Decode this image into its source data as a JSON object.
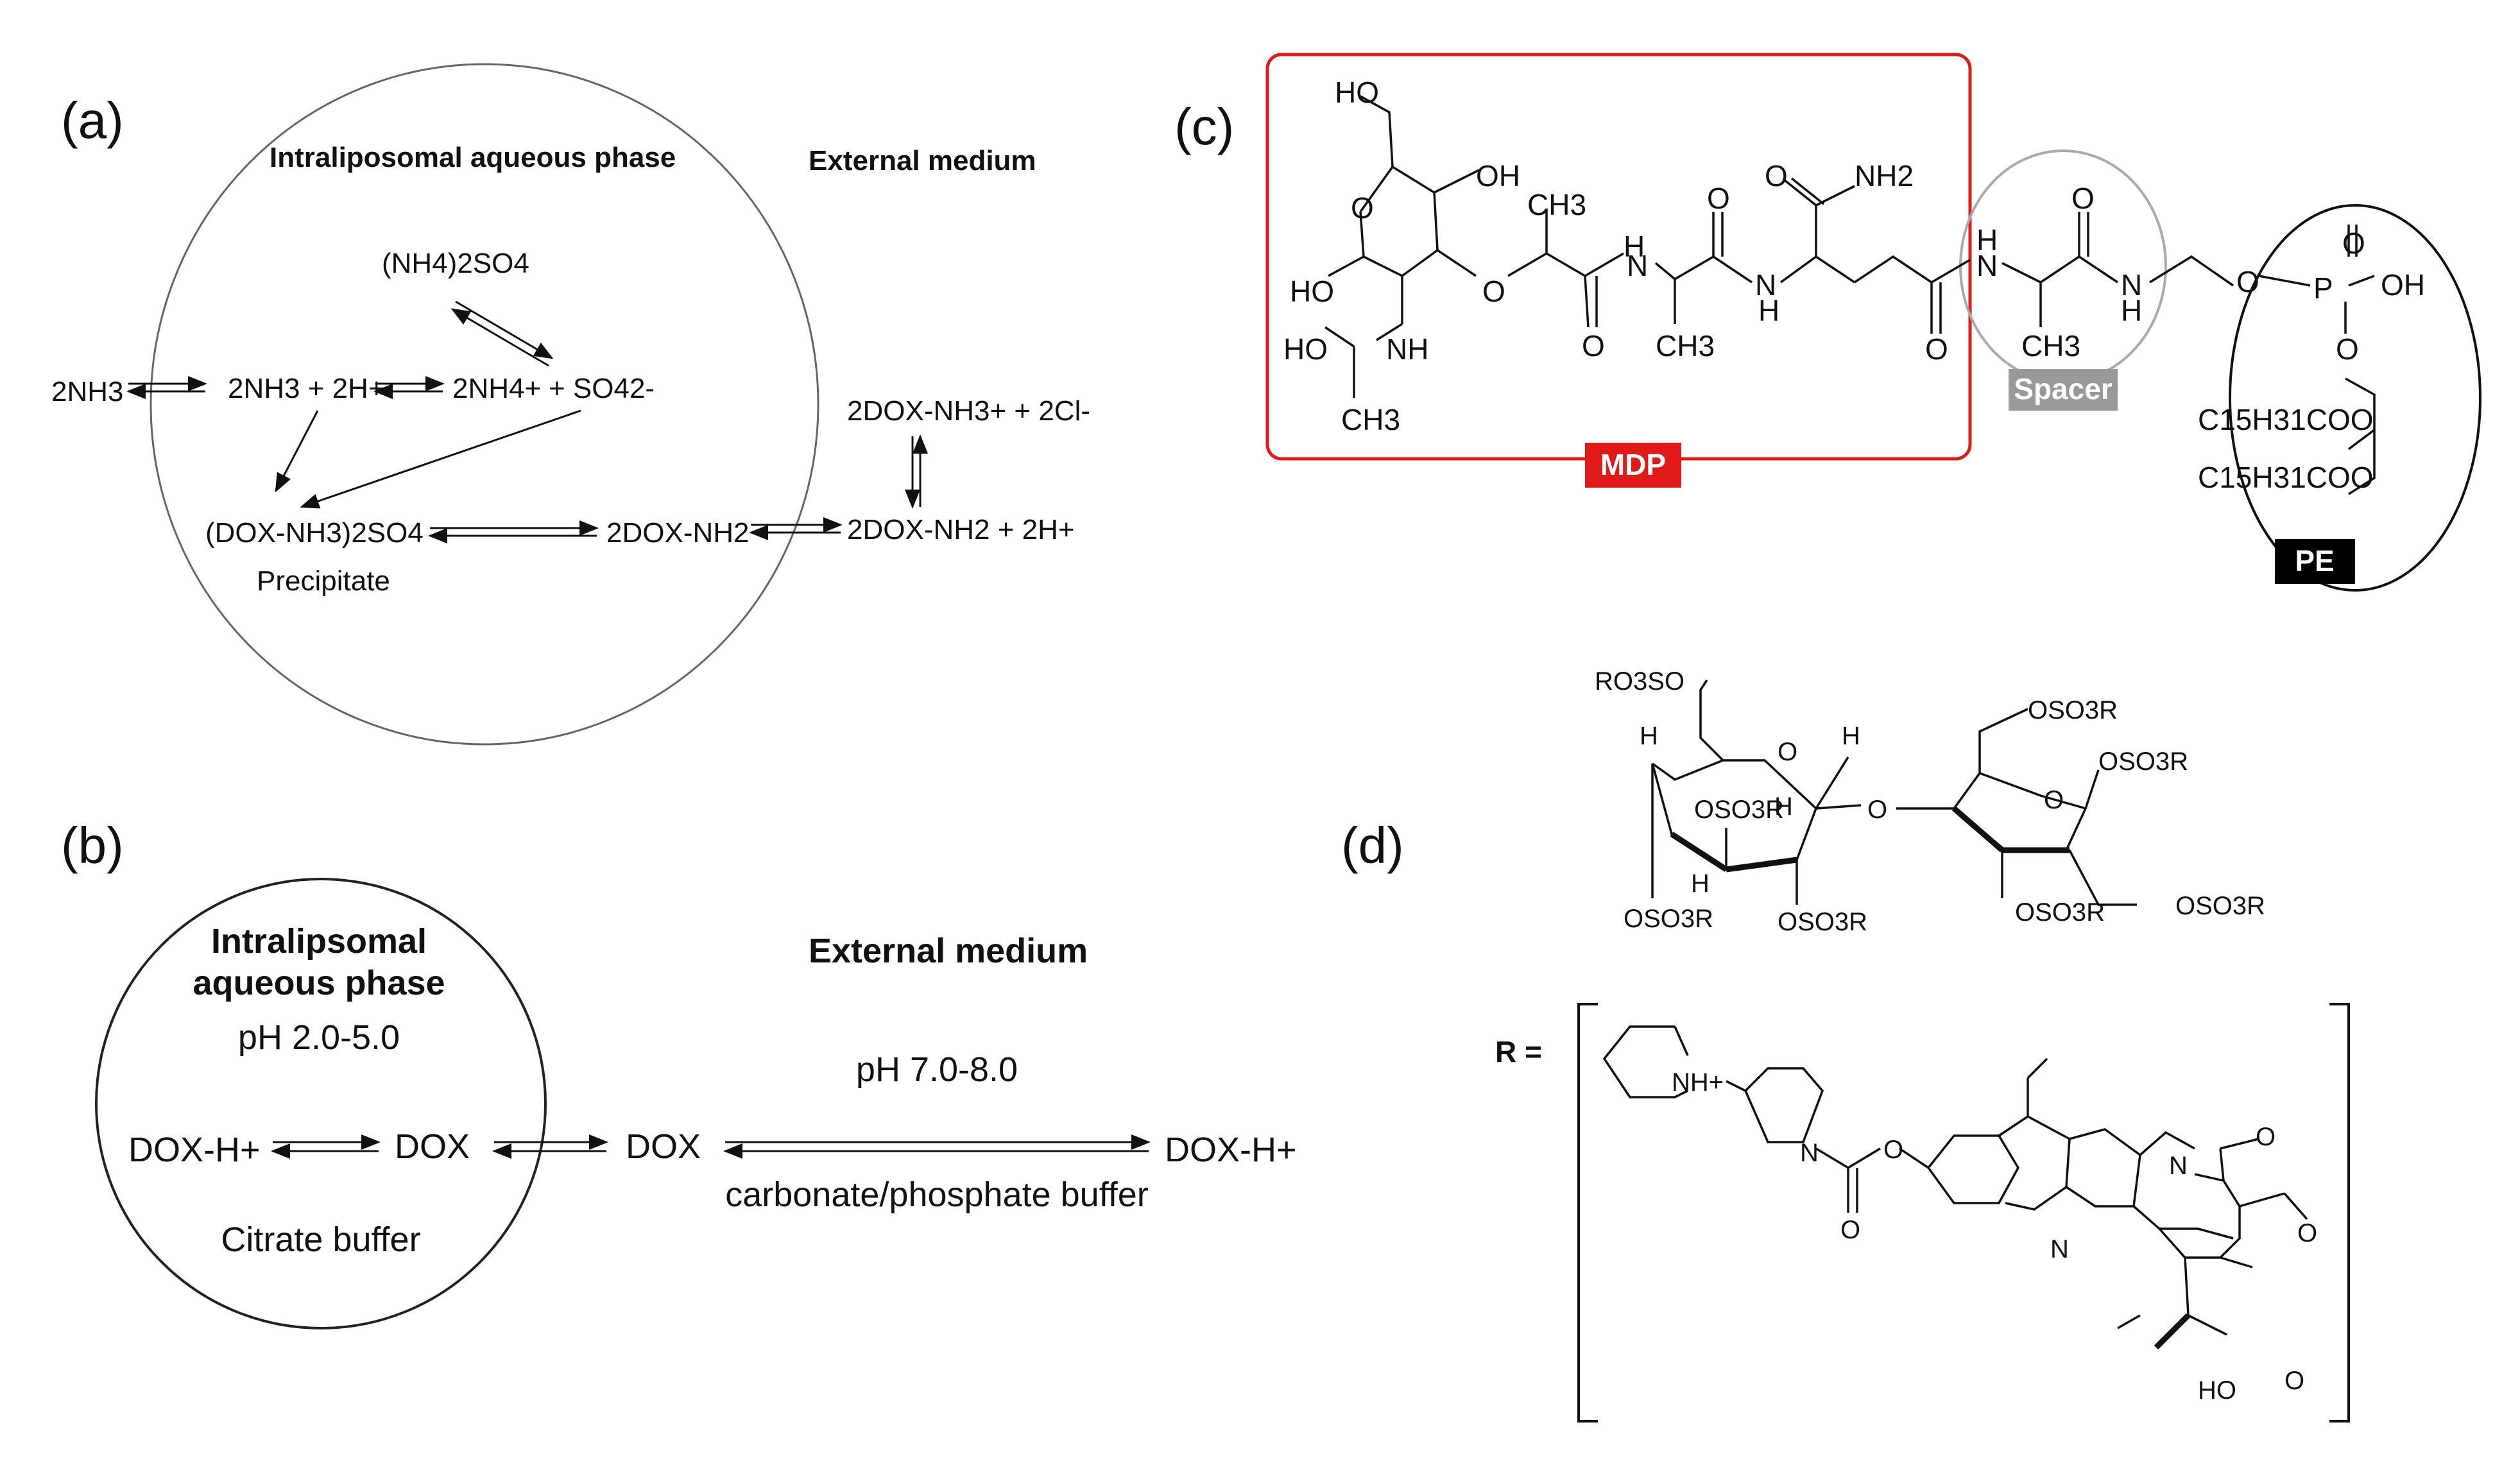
{
  "panels": {
    "a": {
      "label": "(a)",
      "inner_title": "Intraliposomal aqueous phase",
      "outer_title": "External medium",
      "species": {
        "nh4_2so4": "(NH4)2SO4",
        "nh3_ext": "2NH3",
        "nh3_h": "2NH3 + 2H+",
        "nh4": "2NH4+",
        "so4": "+ SO42-",
        "dox_ppt": "(DOX-NH3)2SO4",
        "precipitate": "Precipitate",
        "dox_nh2_in": "2DOX-NH2",
        "dox_nh2_out": "2DOX-NH2 + 2H+",
        "dox_nh3_cl": "2DOX-NH3+ + 2Cl-"
      }
    },
    "b": {
      "label": "(b)",
      "inner_title_1": "Intralipsomal",
      "inner_title_2": "aqueous phase",
      "inner_ph": "pH 2.0-5.0",
      "outer_title": "External medium",
      "outer_ph": "pH 7.0-8.0",
      "dox_h_in": "DOX-H+",
      "dox_in": "DOX",
      "dox_out": "DOX",
      "dox_h_out": "DOX-H+",
      "buffer_in": "Citrate buffer",
      "buffer_out": "carbonate/phosphate buffer"
    },
    "c": {
      "label": "(c)",
      "tag_mdp": "MDP",
      "tag_spacer": "Spacer",
      "tag_pe": "PE",
      "atoms": {
        "ho_top": "HO",
        "oh_ring": "OH",
        "o_ring": "O",
        "ho_left": "HO",
        "o_ether": "O",
        "ch3_1": "CH3",
        "nh_1": "H",
        "n_1": "N",
        "o_1": "O",
        "ch3_2": "CH3",
        "o_2": "O",
        "n_2": "N",
        "h_2": "H",
        "o_3": "O",
        "nh2": "NH2",
        "o_4": "O",
        "n_3": "N",
        "h_3": "H",
        "o_5": "O",
        "ch3_3": "CH3",
        "n_4": "N",
        "h_4": "H",
        "ho_nh": "HO",
        "nh_amide": "NH",
        "ch3_acetyl": "CH3",
        "o_p1": "O",
        "p": "P",
        "o_p2": "O",
        "oh_p": "OH",
        "o_p3": "O",
        "c15_1": "C15H31COO",
        "c15_2": "C15H31COO"
      }
    },
    "d": {
      "label": "(d)",
      "r_eq": "R =",
      "groups": {
        "ro3so": "RO3SO",
        "h1": "H",
        "o_ring1": "O",
        "h2": "H",
        "oso3r_a": "OSO3R",
        "h3": "H",
        "h4": "H",
        "oso3r_b": "OSO3R",
        "oso3r_c": "OSO3R",
        "o_link": "O",
        "oso3r_d": "OSO3R",
        "o_ring2": "O",
        "oso3r_e": "OSO3R",
        "oso3r_f": "OSO3R",
        "oso3r_g": "OSO3R",
        "nh_plus": "NH+",
        "n_pip": "N",
        "o_carb": "O",
        "o_carb2": "O",
        "n_quin": "N",
        "n_lact": "N",
        "o_k": "O",
        "o_lac": "O",
        "o_lac2": "O",
        "ho_c": "HO"
      }
    }
  },
  "colors": {
    "mdp": "#e01919",
    "spacer": "#aaaaaa",
    "pe": "#000000",
    "ink": "#111111"
  }
}
